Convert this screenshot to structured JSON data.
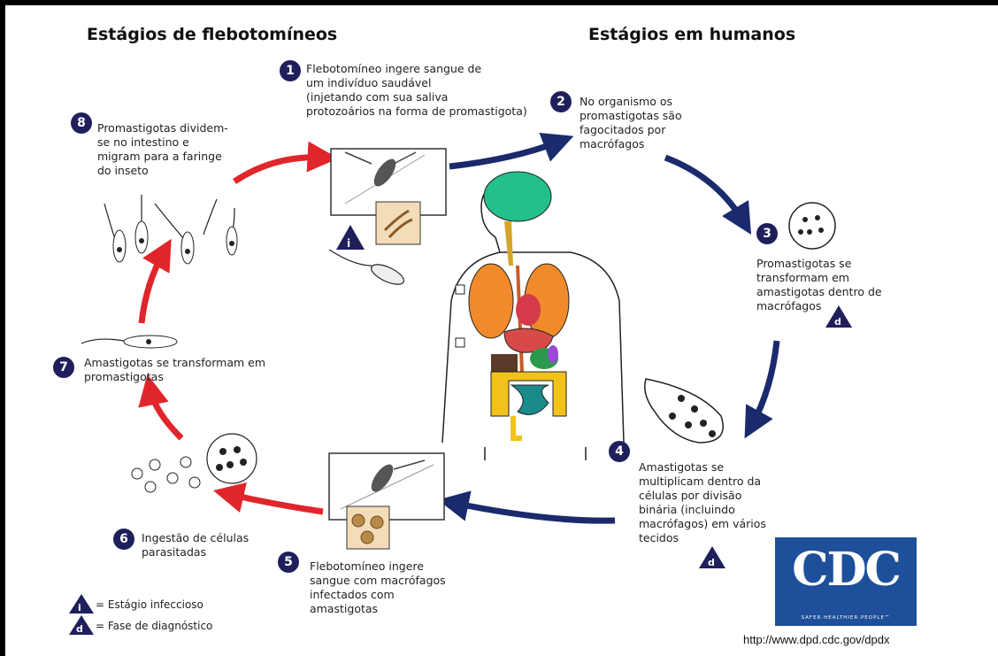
{
  "titles": {
    "left": "Estágios de flebotomíneos",
    "right": "Estágios em humanos"
  },
  "steps": [
    {
      "n": "1",
      "text": "Flebotomíneo ingere sangue de\num indivíduo saudável\n(injetando com sua saliva\nprotozoários na forma de promastigota)"
    },
    {
      "n": "2",
      "text": "No organismo os\npromastigotas são\nfagocitados por\nmacrófagos"
    },
    {
      "n": "3",
      "text": "Promastigotas se\ntransformam em\namastigotas dentro de\nmacrófagos"
    },
    {
      "n": "4",
      "text": "Amastigotas se\nmultiplicam dentro da\ncélulas por divisão\nbinária (incluindo\nmacrófagos) em vários\ntecidos"
    },
    {
      "n": "5",
      "text": "Flebotomíneo ingere\nsangue com macrófagos\ninfectados com\namastigotas"
    },
    {
      "n": "6",
      "text": "Ingestão de células\nparasitadas"
    },
    {
      "n": "7",
      "text": "Amastigotas se transformam em\npromastigotas"
    },
    {
      "n": "8",
      "text": "Promastigotas dividem-\nse no intestino e\nmigram para a faringe\ndo inseto"
    }
  ],
  "legend": {
    "infective_symbol": "i",
    "infective_label": "= Estágio infeccioso",
    "diagnostic_symbol": "d",
    "diagnostic_label": "= Fase de diagnóstico"
  },
  "logo": {
    "word": "CDC",
    "tagline": "SAFER·HEALTHIER·PEOPLE™"
  },
  "url": "http://www.dpd.cdc.gov/dpdx",
  "colors": {
    "sandfly_arrow": "#e0262b",
    "human_arrow": "#1a2a6c",
    "badge": "#1f1f5c",
    "cdc_blue": "#1e4f9a"
  }
}
